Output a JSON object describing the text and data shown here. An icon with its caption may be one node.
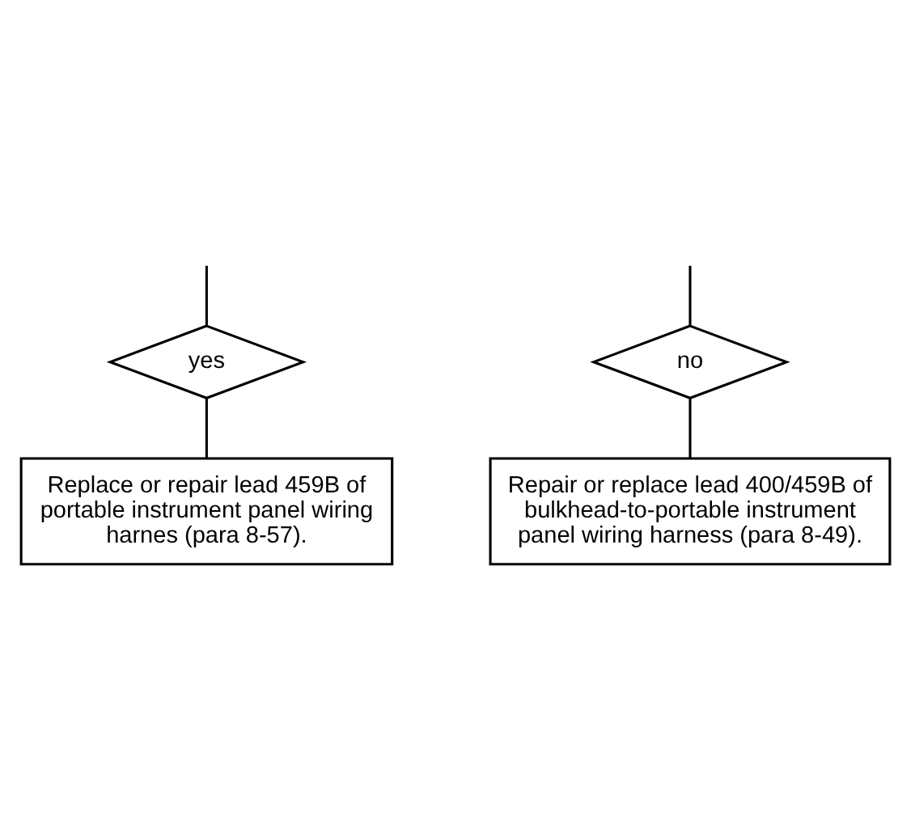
{
  "diagram": {
    "nodes": [
      {
        "text": [
          "yes"
        ]
      },
      {
        "text": [
          "no"
        ]
      },
      {
        "text": [
          "Repair or replace lead 400/459B of bulkhead-to-portable instrument panel wiring harness (para 8-49)."
        ]
      },
      {
        "text": [
          "Replace or repair lead 459B of portable instrument panel wiring harnes (para 8-57)."
        ]
      }
    ],
    "edges": [
      {
        "from": null,
        "to": 0,
        "arrow": "none"
      },
      {
        "from": null,
        "to": 1,
        "arrow": "none"
      },
      {
        "from": 1,
        "to": 2,
        "arrow": "none"
      },
      {
        "from": 0,
        "to": 3,
        "arrow": "none"
      }
    ]
  }
}
